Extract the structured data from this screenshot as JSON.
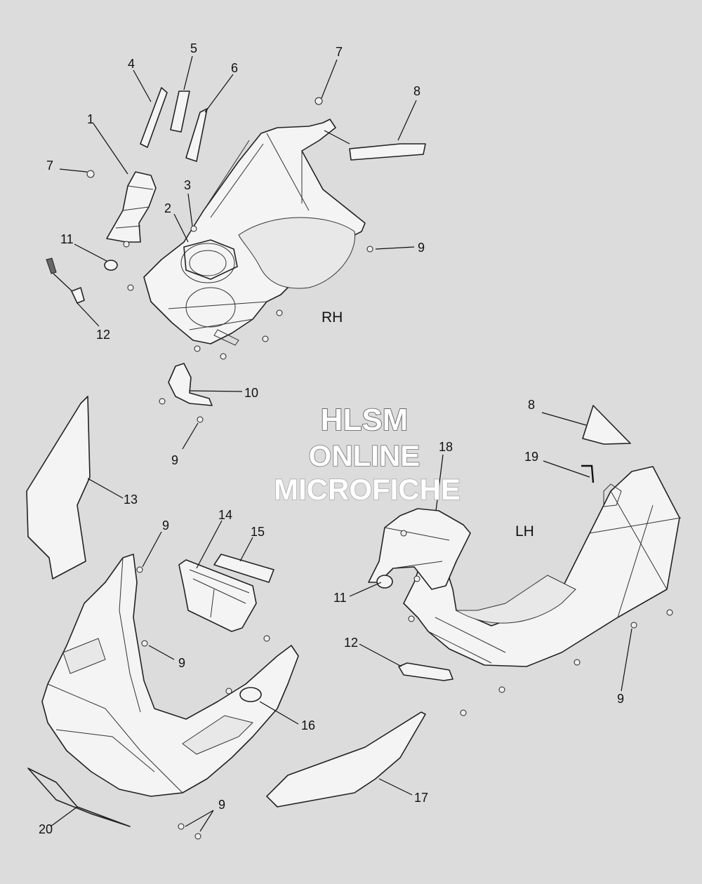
{
  "callouts": {
    "c1": "1",
    "c2": "2",
    "c3": "3",
    "c4": "4",
    "c5": "5",
    "c6": "6",
    "c7a": "7",
    "c7b": "7",
    "c8a": "8",
    "c8b": "8",
    "c9a": "9",
    "c9b": "9",
    "c9c": "9",
    "c9d": "9",
    "c9e": "9",
    "c9f": "9",
    "c10": "10",
    "c11a": "11",
    "c11b": "11",
    "c12a": "12",
    "c12b": "12",
    "c13": "13",
    "c14": "14",
    "c15": "15",
    "c16": "16",
    "c17": "17",
    "c18": "18",
    "c19": "19",
    "c20": "20"
  },
  "side_labels": {
    "right": "RH",
    "left": "LH"
  },
  "watermark": {
    "line1": "HLSM",
    "line2": "ONLINE",
    "line3": "MICROFICHE"
  }
}
